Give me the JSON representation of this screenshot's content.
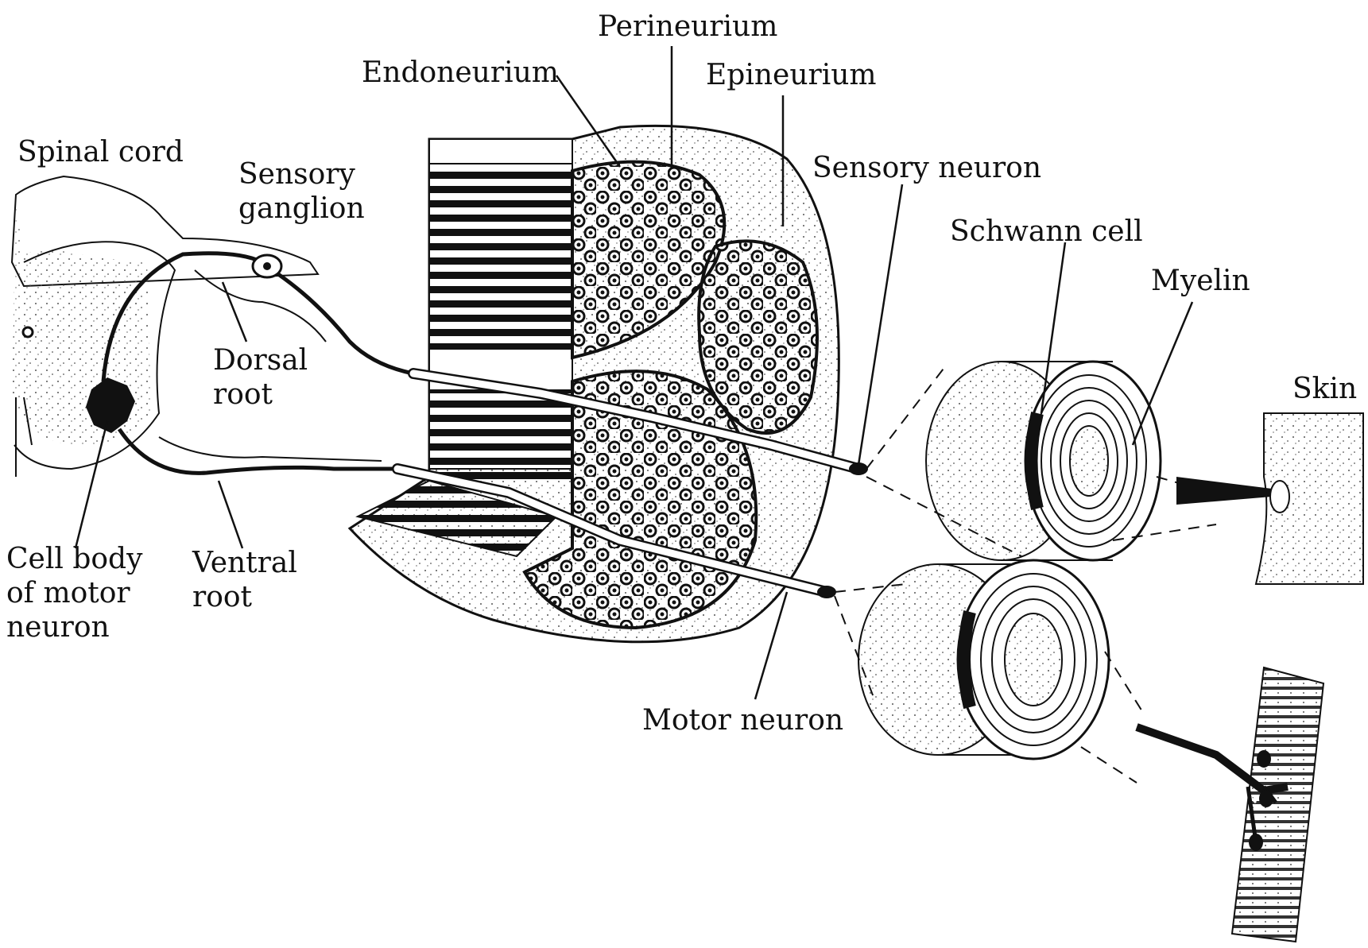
{
  "colors": {
    "ink": "#111111",
    "paper": "#ffffff",
    "stipple": "#555555"
  },
  "labels": {
    "perineurium": "Perineurium",
    "endoneurium": "Endoneurium",
    "epineurium": "Epineurium",
    "spinal_cord": "Spinal cord",
    "sensory_ganglion": [
      "Sensory",
      "ganglion"
    ],
    "sensory_neuron": "Sensory neuron",
    "schwann_cell": "Schwann cell",
    "myelin": "Myelin",
    "dorsal_root": [
      "Dorsal",
      "root"
    ],
    "skin": "Skin",
    "cell_body": [
      "Cell body",
      "of motor",
      "neuron"
    ],
    "ventral_root": [
      "Ventral",
      "root"
    ],
    "motor_neuron": "Motor neuron"
  }
}
